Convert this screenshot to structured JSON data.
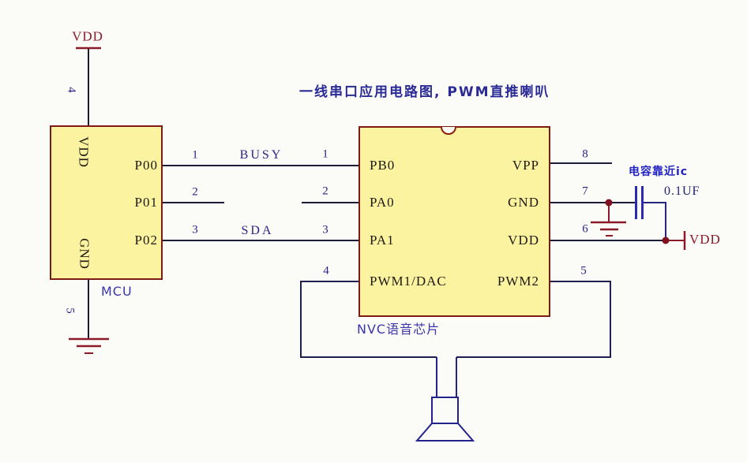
{
  "title": "一线串口应用电路图, PWM直推喇叭",
  "power": {
    "vdd_top": "VDD",
    "vdd_right": "VDD"
  },
  "mcu": {
    "label": "MCU",
    "side_top": "VDD",
    "side_bottom": "GND",
    "pin_top_number": "4",
    "pin_bottom_number": "5",
    "pins_right": [
      {
        "name": "P00",
        "number": "1"
      },
      {
        "name": "P01",
        "number": "2"
      },
      {
        "name": "P02",
        "number": "3"
      }
    ]
  },
  "chip": {
    "label": "NVC语音芯片",
    "pins_left": [
      {
        "name": "PB0",
        "number": "1"
      },
      {
        "name": "PA0",
        "number": "2"
      },
      {
        "name": "PA1",
        "number": "3"
      },
      {
        "name": "PWM1/DAC",
        "number": "4"
      }
    ],
    "pins_right": [
      {
        "name": "VPP",
        "number": "8"
      },
      {
        "name": "GND",
        "number": "7"
      },
      {
        "name": "VDD",
        "number": "6"
      },
      {
        "name": "PWM2",
        "number": "5"
      }
    ]
  },
  "nets": {
    "busy": "BUSY",
    "sda": "SDA"
  },
  "capacitor": {
    "note": "电容靠近ic",
    "value": "0.1UF"
  },
  "colors": {
    "background": "#fbfbf7",
    "chip_fill": "#fbf3a0",
    "chip_border": "#7d1a12",
    "signal_wire": "#1c1c38",
    "speaker_blue": "#23238c",
    "capacitor_blue": "#2b2bb2",
    "power_maroon": "#8b1a28",
    "net_text": "#2b2384",
    "label_blue": "#3c35ad"
  }
}
